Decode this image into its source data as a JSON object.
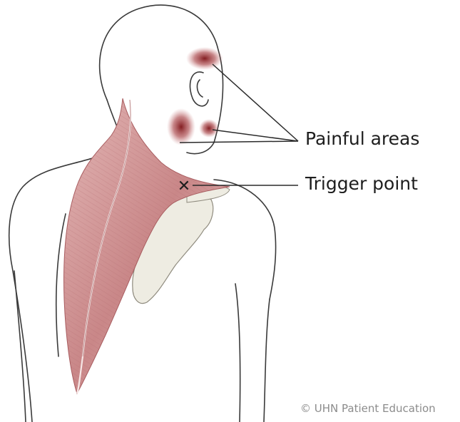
{
  "labels": {
    "painful_areas": "Painful areas",
    "trigger_point": "Trigger point"
  },
  "credit": "© UHN Patient Education",
  "marker": "✕",
  "colors": {
    "outline": "#3a3a3a",
    "muscle": "#c98788",
    "muscle_dark": "#a44e52",
    "pain": "#8e1a1d",
    "bone": "#eeece2",
    "leader_line": "#2b2b2b"
  }
}
